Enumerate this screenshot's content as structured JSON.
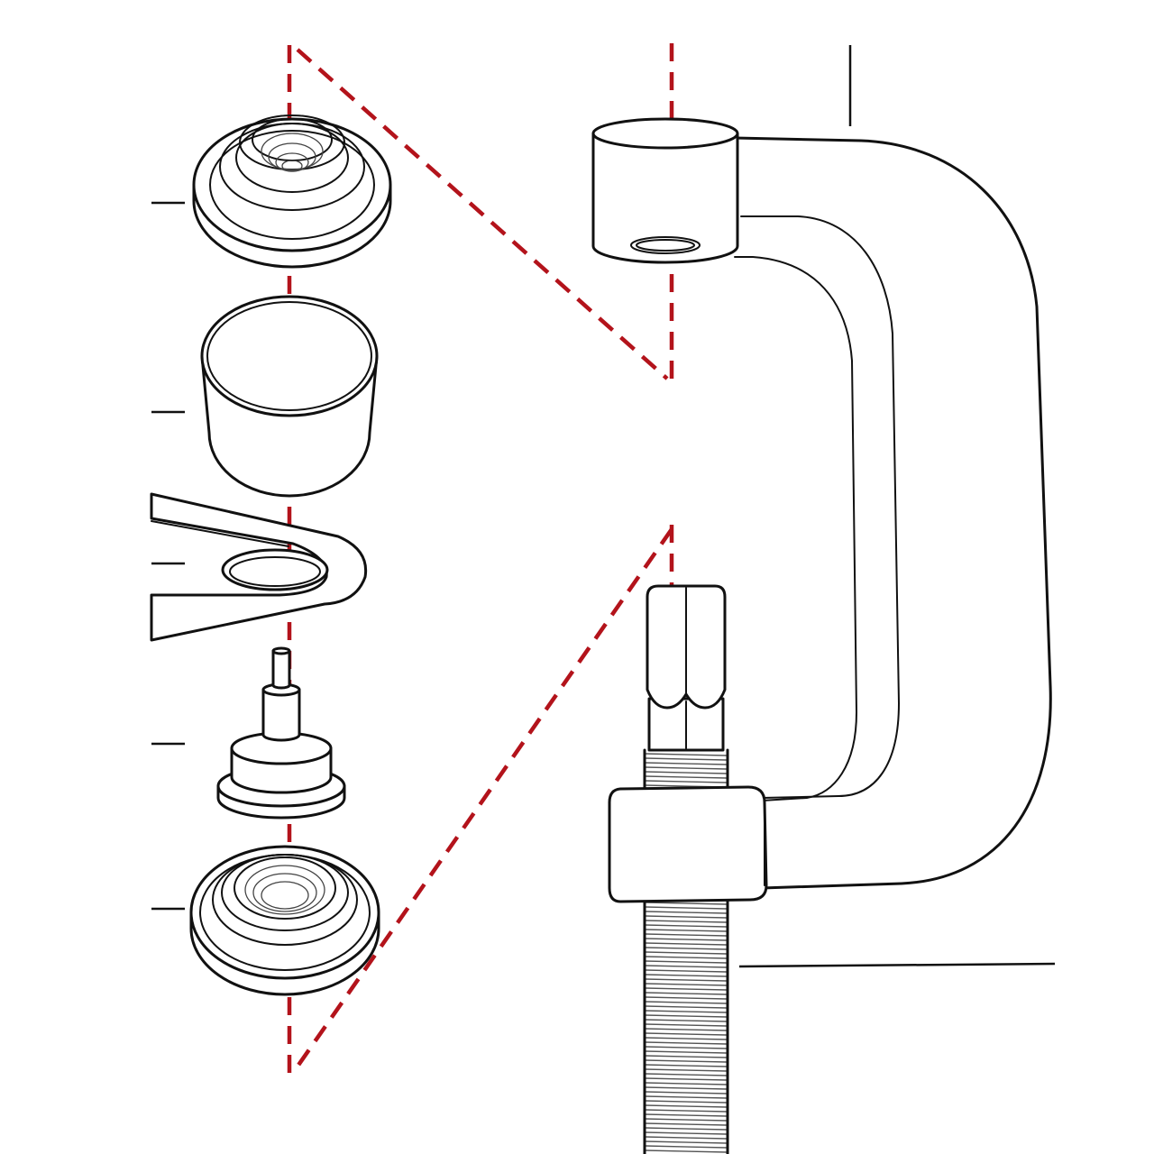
{
  "figure": {
    "title": "",
    "callouts": [
      "",
      "",
      "",
      "",
      "",
      "",
      ""
    ]
  },
  "colors": {
    "background": "#ffffff",
    "line": "#111111",
    "axis_dash": "#b3131b"
  },
  "parts": [
    "top-adapter-cup",
    "pressing-sleeve",
    "control-arm",
    "ball-joint",
    "bottom-adapter-cup",
    "c-frame-press",
    "forcing-screw"
  ]
}
